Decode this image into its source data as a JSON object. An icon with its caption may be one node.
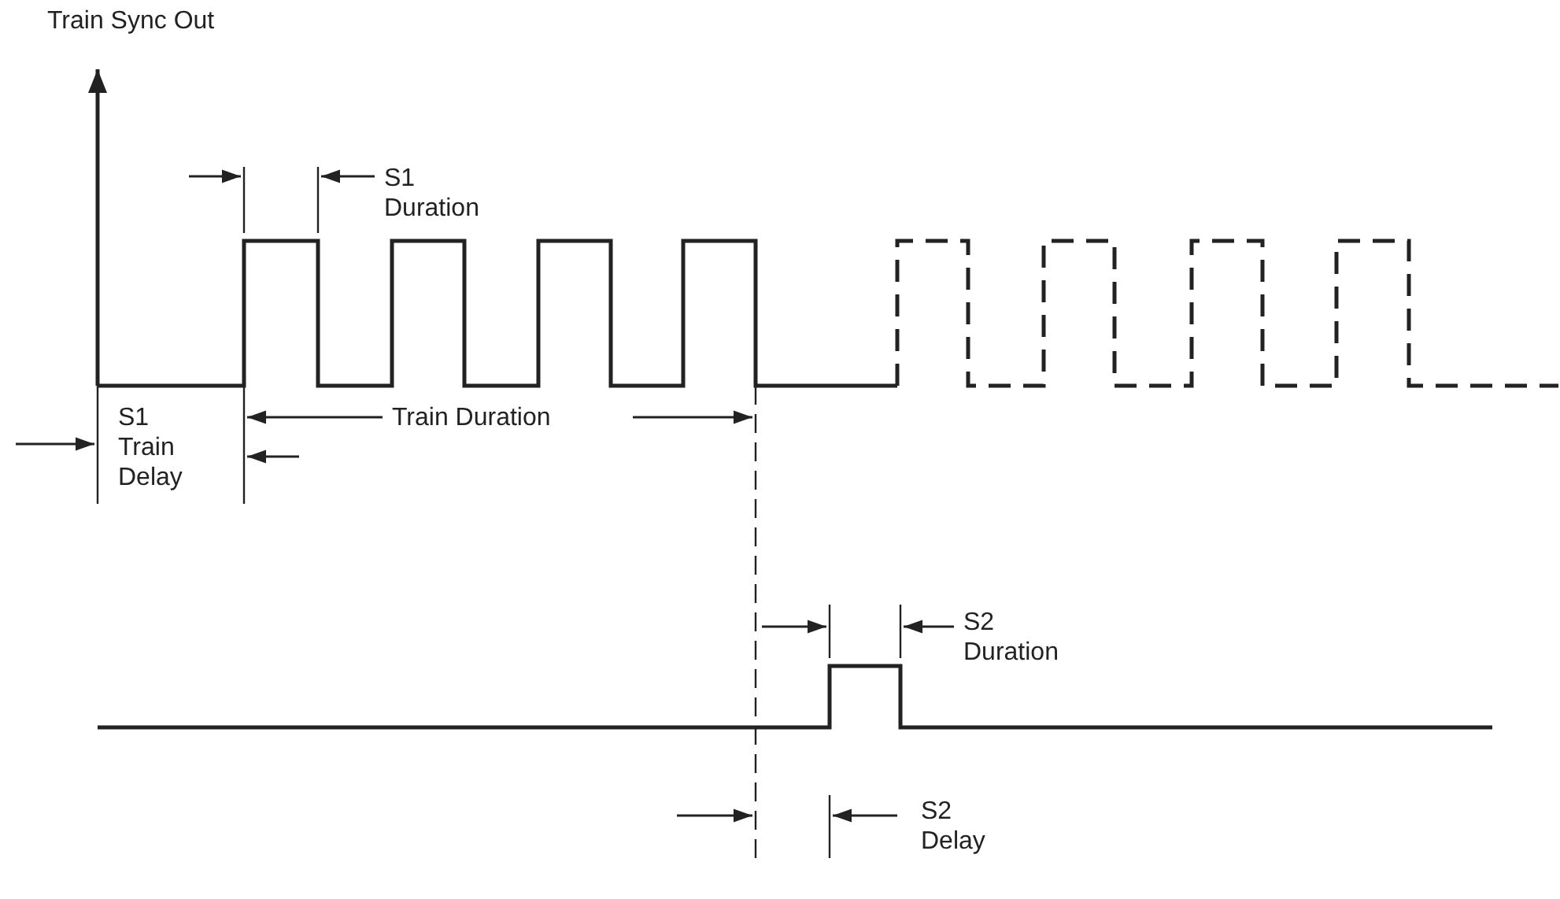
{
  "diagram": {
    "labels": [
      "Train Sync Out",
      "S1 Duration",
      "S1 Train Delay",
      "Train Duration",
      "S2 Duration",
      "S2 Delay"
    ]
  }
}
